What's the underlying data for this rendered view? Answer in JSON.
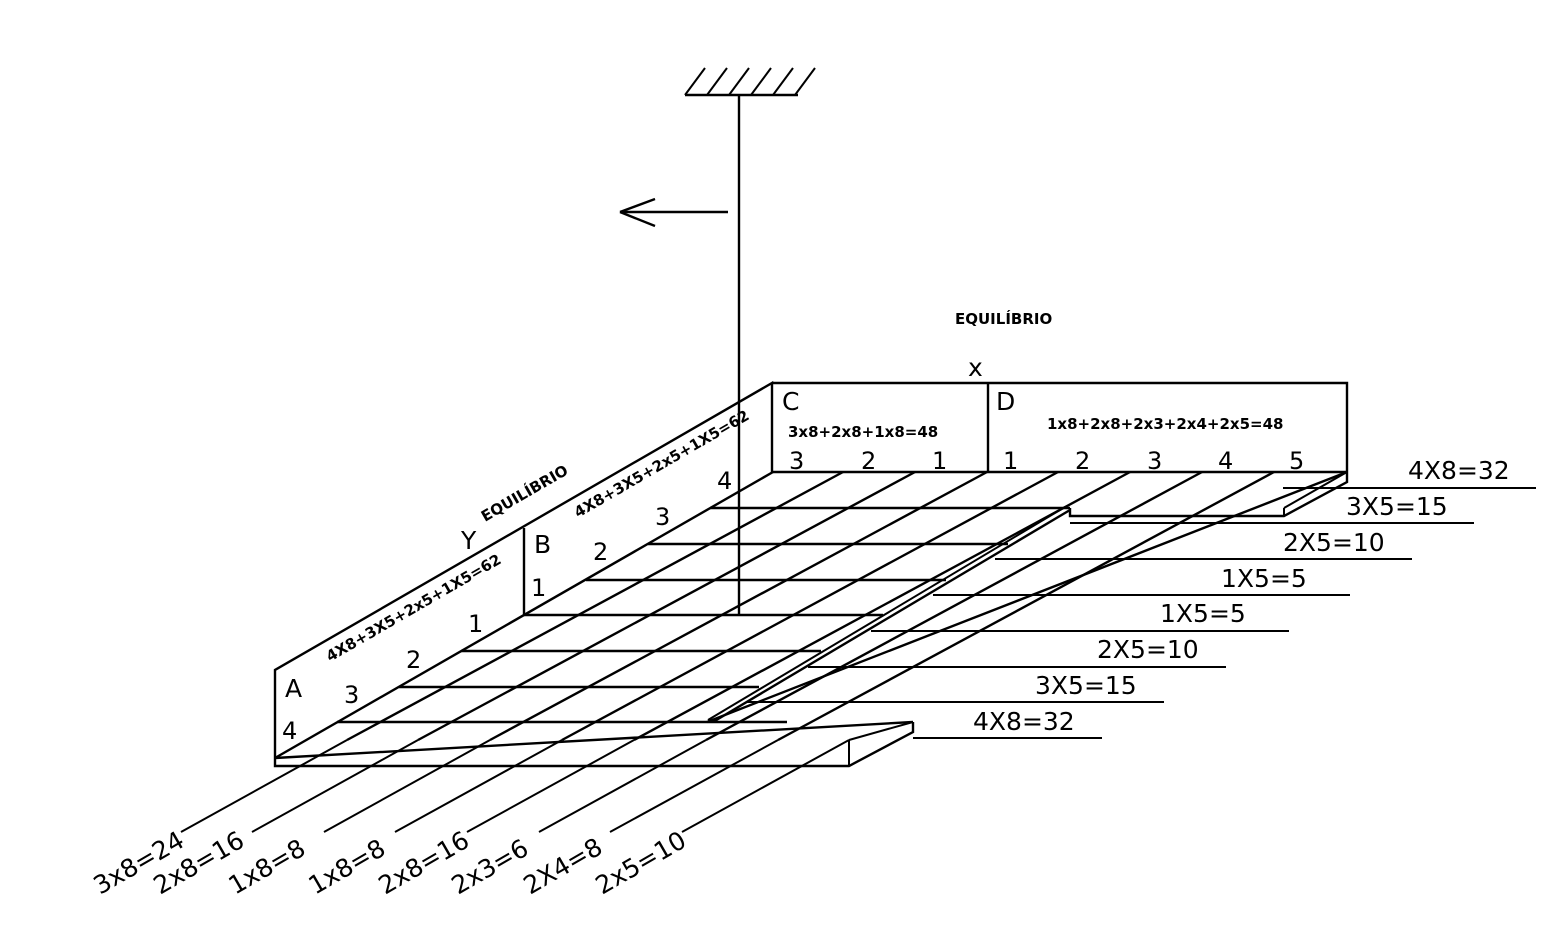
{
  "labels": {
    "equilibrio_x": "EQUILÍBRIO",
    "equilibrio_y": "EQUILÍBRIO",
    "axis_x": "x",
    "axis_y": "Y"
  },
  "panels": {
    "A": "A",
    "B": "B",
    "C": "C",
    "D": "D"
  },
  "formulas": {
    "A": "4X8+3X5+2x5+1X5=62",
    "B": "4X8+3X5+2x5+1X5=62",
    "C": "3x8+2x8+1x8=48",
    "D": "1x8+2x8+2x3+2x4+2x5=48"
  },
  "numbers": {
    "c": [
      "3",
      "2",
      "1"
    ],
    "d": [
      "1",
      "2",
      "3",
      "4",
      "5"
    ],
    "a": [
      "4",
      "3",
      "2",
      "1"
    ],
    "b": [
      "1",
      "2",
      "3",
      "4"
    ]
  },
  "right_labels": [
    "4X8=32",
    "3X5=15",
    "2X5=10",
    "1X5=5",
    "1X5=5",
    "2X5=10",
    "3X5=15",
    "4X8=32"
  ],
  "bottom_labels": [
    "3x8=24",
    "2x8=16",
    "1x8=8",
    "1x8=8",
    "2x8=16",
    "2x3=6",
    "2X4=8",
    "2x5=10"
  ]
}
